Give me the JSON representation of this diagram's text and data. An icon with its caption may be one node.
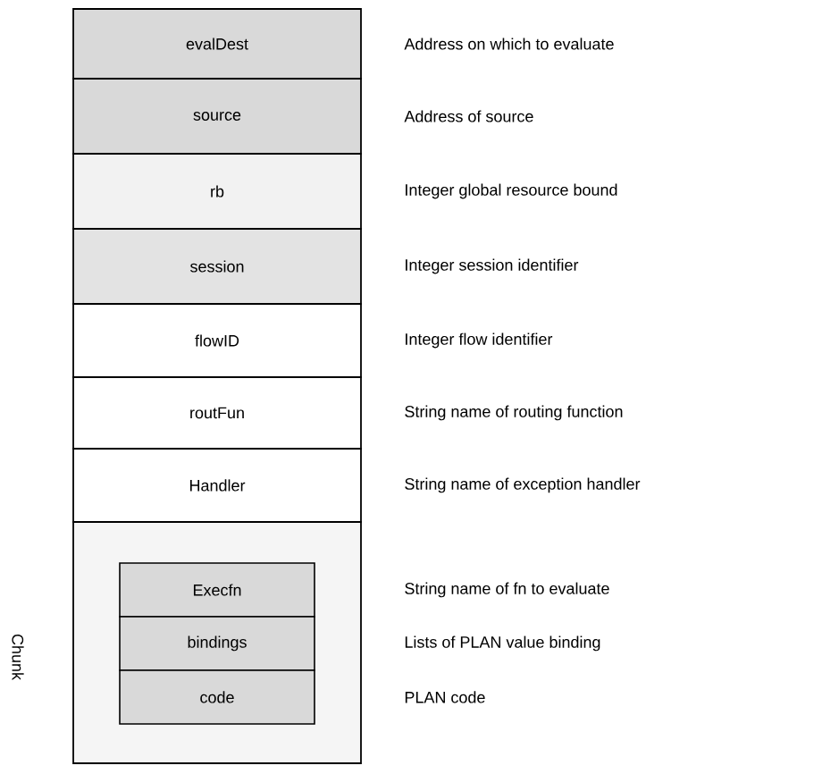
{
  "diagram": {
    "nodes": [
      {
        "text": [
          "evalDest"
        ],
        "beside": [
          "Address on which to evaluate"
        ]
      },
      {
        "text": [
          "source"
        ],
        "beside": [
          "Address of source"
        ]
      },
      {
        "text": [
          "rb"
        ],
        "beside": [
          "Integer global resource bound"
        ]
      },
      {
        "text": [
          "session"
        ],
        "beside": [
          "Integer session identifier"
        ]
      },
      {
        "text": [
          "flowID"
        ],
        "beside": [
          "Integer flow identifier"
        ]
      },
      {
        "text": [
          "routFun"
        ],
        "beside": [
          "String name of routing function"
        ]
      },
      {
        "text": [
          "Handler"
        ],
        "beside": [
          "String name of exception handler"
        ]
      },
      {
        "text": [
          "Chunk"
        ]
      },
      {
        "text": [
          "Execfn"
        ],
        "in": 7
      },
      {
        "text": [
          "bindings"
        ],
        "in": 7
      },
      {
        "text": [
          "code"
        ],
        "in": 7
      }
    ],
    "labels": [
      "String name of fn to evaluate",
      "Lists of PLAN value binding",
      "PLAN code"
    ]
  }
}
